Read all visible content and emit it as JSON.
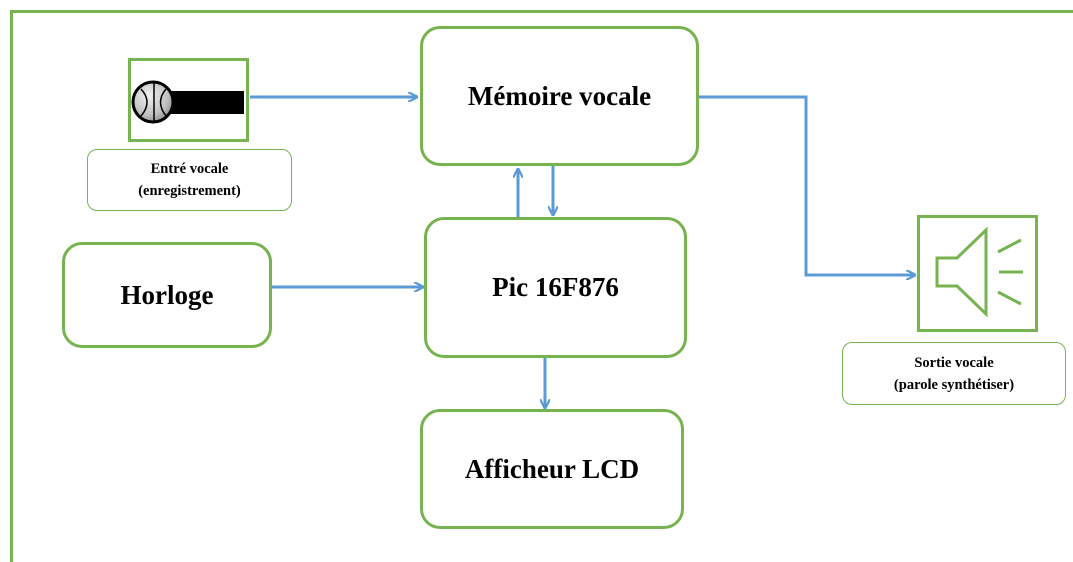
{
  "colors": {
    "block_border": "#77b350",
    "arrow": "#5b9bd5",
    "text": "#000000"
  },
  "blocks": {
    "memory": "Mémoire vocale",
    "pic": "Pic 16F876",
    "clock": "Horloge",
    "lcd": "Afficheur LCD"
  },
  "input": {
    "icon": "microphone-icon",
    "label_line1": "Entré vocale",
    "label_line2": "(enregistrement)"
  },
  "output": {
    "icon": "speaker-icon",
    "label_line1": "Sortie vocale",
    "label_line2": "(parole synthétiser)"
  }
}
